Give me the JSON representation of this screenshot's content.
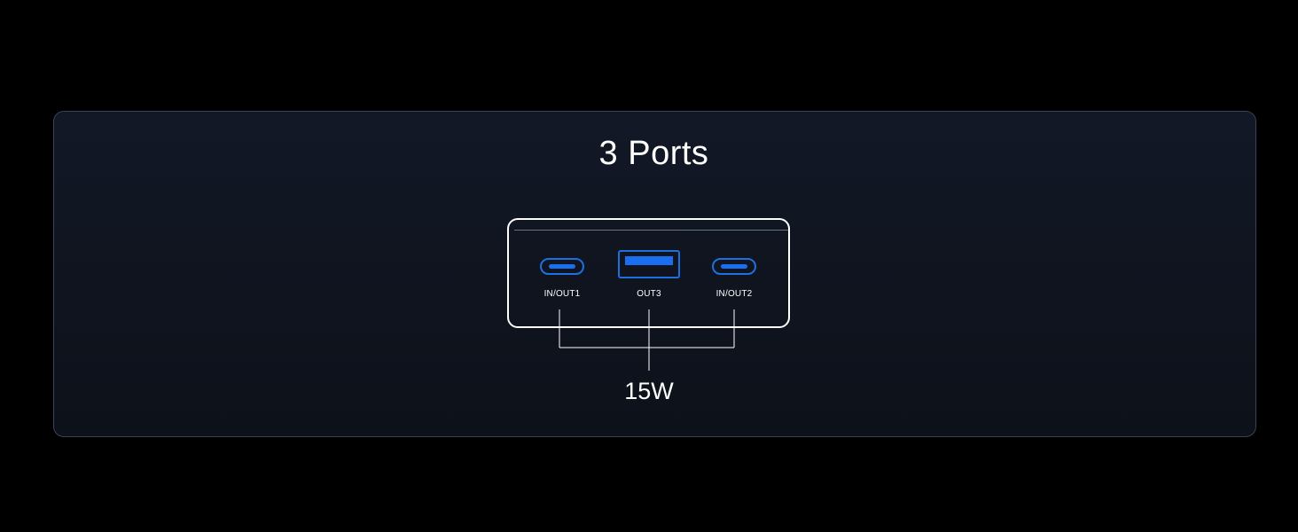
{
  "title": "3 Ports",
  "ports": [
    {
      "label": "IN/OUT1",
      "type": "usb-c-port-icon"
    },
    {
      "label": "OUT3",
      "type": "usb-a-port-icon"
    },
    {
      "label": "IN/OUT2",
      "type": "usb-c-port-icon"
    }
  ],
  "power": "15W",
  "colors": {
    "background": "#000000",
    "panel": "#121826",
    "panel_border": "#3a4256",
    "port_accent": "#1a6ff0",
    "text": "#ffffff"
  }
}
